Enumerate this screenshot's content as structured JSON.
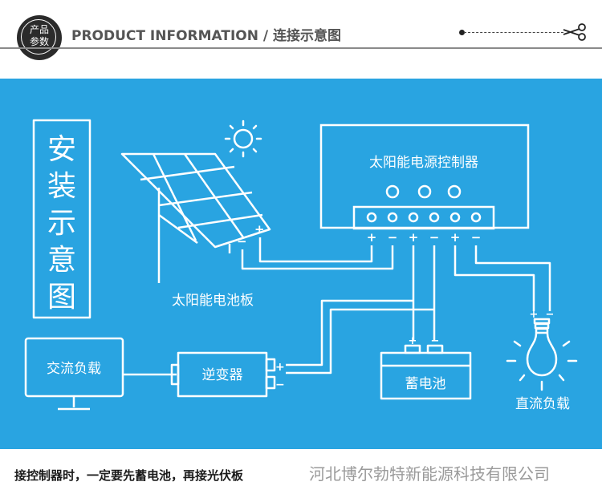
{
  "header": {
    "badge_line1": "产品",
    "badge_line2": "参数",
    "title": "PRODUCT INFORMATION / 连接示意图"
  },
  "diagram": {
    "side_title_chars": [
      "安",
      "装",
      "示",
      "意",
      "图"
    ],
    "controller_label": "太阳能电源控制器",
    "solar_panel_label": "太阳能电池板",
    "ac_load_label": "交流负载",
    "inverter_label": "逆变器",
    "battery_label": "蓄电池",
    "dc_load_label": "直流负载",
    "terminal_signs": [
      "+",
      "−",
      "+",
      "−",
      "+",
      "−"
    ],
    "panel_plus": "+",
    "panel_minus": "−",
    "inverter_plus": "+",
    "inverter_minus": "−",
    "battery_plus": "+",
    "battery_minus": "−",
    "bulb_plus": "+",
    "bulb_minus": "−"
  },
  "footer": {
    "note": "接控制器时，一定要先蓄电池，再接光伏板",
    "company": "河北博尔勃特新能源科技有限公司"
  },
  "colors": {
    "panel_bg": "#29a4e1",
    "line": "#ffffff",
    "header_text": "#555555"
  }
}
